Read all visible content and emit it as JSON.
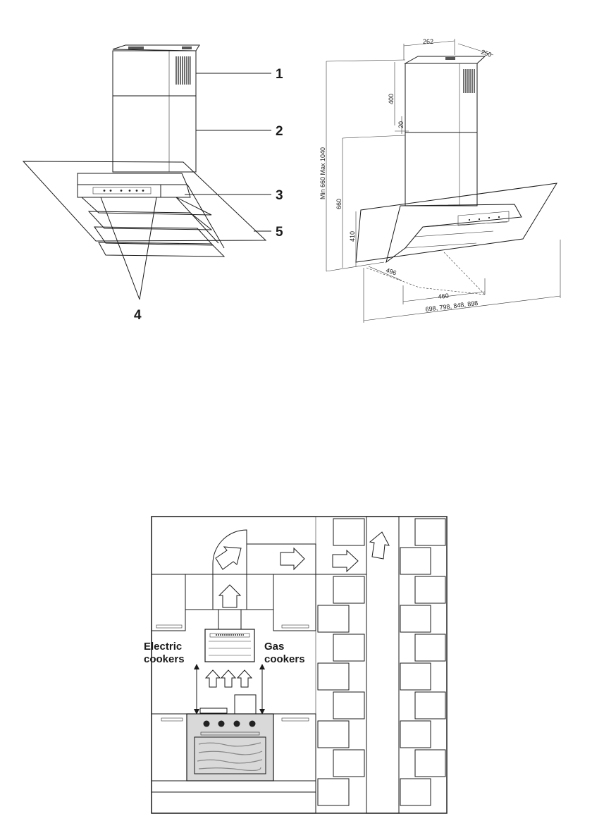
{
  "product_drawing": {
    "callouts": [
      "1",
      "2",
      "3",
      "4",
      "5"
    ]
  },
  "dimension_drawing": {
    "dimensions": {
      "chimney_width": "262",
      "chimney_depth": "250",
      "upper_chimney_height": "400",
      "overlap": "20",
      "total_height_range": "Min 660 Max 1040",
      "lower_height": "660",
      "canopy_height": "410",
      "canopy_depth": "496",
      "base_width": "460",
      "canopy_widths": "698, 798, 848, 898"
    }
  },
  "installation_diagram": {
    "labels": {
      "electric_line1": "Electric",
      "electric_line2": "cookers",
      "gas_line1": "Gas",
      "gas_line2": "cookers"
    }
  }
}
